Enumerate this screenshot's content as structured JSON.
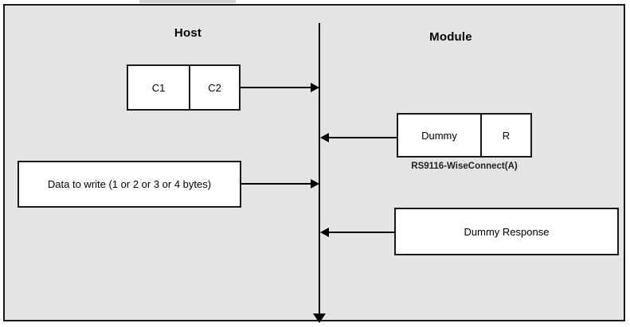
{
  "diagram": {
    "type": "sequence-diagram",
    "background_color": "#E4E4E4",
    "border_color": "#1A1A1A",
    "box_fill_color": "#FFFFFF",
    "line_color": "#000000",
    "lanes": [
      {
        "id": "host",
        "title": "Host"
      },
      {
        "id": "module",
        "title": "Module"
      }
    ],
    "boxes": [
      {
        "id": "c1c2",
        "lane": "host",
        "cells": [
          "C1",
          "C2"
        ],
        "caption": ""
      },
      {
        "id": "dummy-r",
        "lane": "module",
        "cells": [
          "Dummy",
          "R"
        ],
        "caption": "RS9116-WiseConnect(A)"
      },
      {
        "id": "data-to-write",
        "lane": "host",
        "cells": [
          "Data to write (1 or 2 or 3 or 4 bytes)"
        ],
        "caption": ""
      },
      {
        "id": "dummy-response",
        "lane": "module",
        "cells": [
          "Dummy Response"
        ],
        "caption": ""
      }
    ],
    "messages": [
      {
        "id": "msg-1",
        "from": "host",
        "to": "module",
        "direction": "right"
      },
      {
        "id": "msg-2",
        "from": "module",
        "to": "host",
        "direction": "left"
      },
      {
        "id": "msg-3",
        "from": "host",
        "to": "module",
        "direction": "right"
      },
      {
        "id": "msg-4",
        "from": "module",
        "to": "host",
        "direction": "left"
      }
    ]
  }
}
